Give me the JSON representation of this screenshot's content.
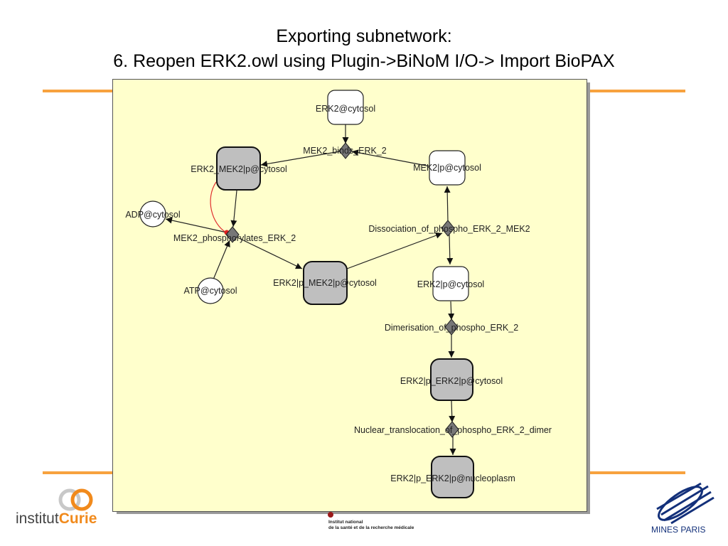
{
  "title_line1": "Exporting subnetwork:",
  "title_line2": "6. Reopen ERK2.owl using Plugin->BiNoM I/O-> Import BioPAX",
  "colors": {
    "accent_line": "#f7a23e",
    "panel_bg": "#ffffcc",
    "complex_fill": "#bfbfbf",
    "reaction_fill": "#777777",
    "curie_orange": "#f18a1c",
    "mines_blue": "#13307a",
    "inserm_red": "#9b1a1a"
  },
  "diagram": {
    "nodes": {
      "erk2_cytosol": "ERK2@cytosol",
      "erk2_mek2_p_cytosol": "ERK2_MEK2|p@cytosol",
      "mek2_p_cytosol": "MEK2|p@cytosol",
      "adp_cytosol": "ADP@cytosol",
      "atp_cytosol": "ATP@cytosol",
      "erk2_p_mek2_p_cytosol": "ERK2|p_MEK2|p@cytosol",
      "erk2_p_cytosol": "ERK2|p@cytosol",
      "erk2_p_erk2_p_cytosol": "ERK2|p_ERK2|p@cytosol",
      "erk2_p_erk2_p_nucleoplasm": "ERK2|p_ERK2|p@nucleoplasm"
    },
    "reactions": {
      "mek2_binds_erk_2": "MEK2_binds_ERK_2",
      "mek2_phosphorylates_erk_2": "MEK2_phosphorylates_ERK_2",
      "dissociation": "Dissociation_of_phospho_ERK_2_MEK2",
      "dimerisation": "Dimerisation_of_phospho_ERK_2",
      "nuclear_translocation": "Nuclear_translocation_of_phospho_ERK_2_dimer"
    }
  },
  "logos": {
    "curie_prefix": "institut",
    "curie_name": "Curie",
    "inserm_line1": "Institut national",
    "inserm_line2": "de la santé et de la recherche médicale",
    "mines": "MINES PARIS"
  }
}
